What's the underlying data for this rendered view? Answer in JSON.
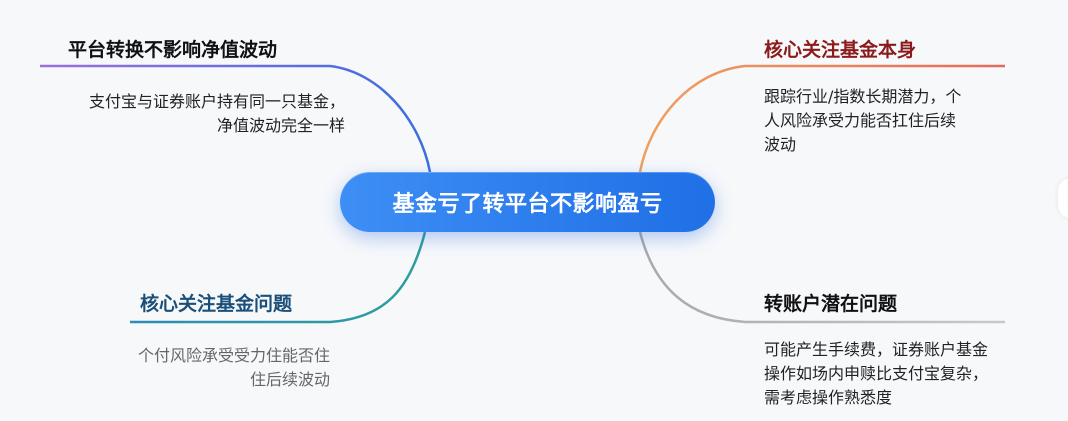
{
  "center": {
    "label": "基金亏了转平台不影响盈亏"
  },
  "branches": [
    {
      "title": "平台转换不影响净值波动",
      "lines": [
        "支付宝与证券账户持有同一只基金，",
        "净值波动完全一样"
      ],
      "color": "#4b6fd8"
    },
    {
      "title": "核心关注基金本身",
      "lines": [
        "跟踪行业/指数长期潜力，个",
        "人风险承受力能否扛住后续",
        "波动"
      ],
      "color": "#e8735a"
    },
    {
      "title": "核心关注基金问题",
      "lines": [
        "个付风险承受受力住能否住",
        "住后续波动"
      ],
      "color": "#2a8fb8"
    },
    {
      "title": "转账户潜在问题",
      "lines": [
        "可能产生手续费，证券账户基金",
        "操作如场内申赎比支付宝复杂，",
        "需考虑操作熟悉度"
      ],
      "color": "#9a9a9a"
    }
  ],
  "colors": {
    "center_fill": "#2b7ff0",
    "title_top_left": "#111111",
    "title_top_right": "#8b1a1a",
    "title_bottom_left": "#1a4f7a",
    "title_bottom_right": "#111111"
  }
}
